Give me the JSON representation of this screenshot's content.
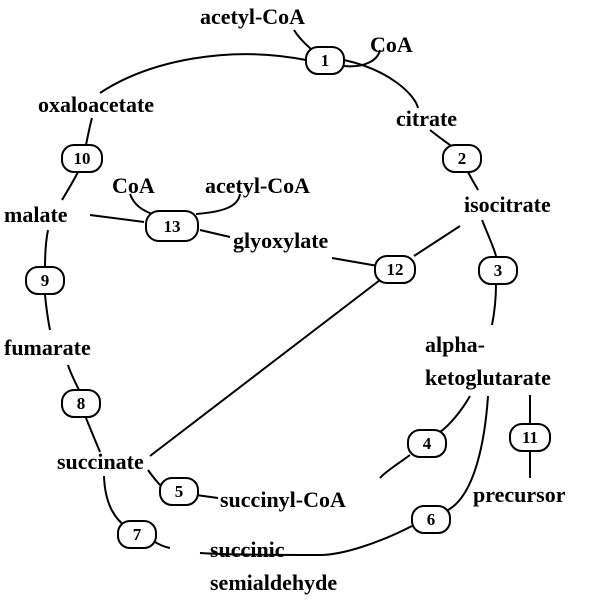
{
  "metabolites": {
    "acetyl_coa_top": "acetyl-CoA",
    "coa_top": "CoA",
    "citrate": "citrate",
    "isocitrate": "isocitrate",
    "alpha_line1": "alpha-",
    "alpha_line2": "ketoglutarate",
    "precursor": "precursor",
    "succinyl_coa": "succinyl-CoA",
    "succinic_line1": "succinic",
    "succinic_line2": "semialdehyde",
    "succinate": "succinate",
    "fumarate": "fumarate",
    "malate": "malate",
    "oxaloacetate": "oxaloacetate",
    "coa_mid": "CoA",
    "acetyl_coa_mid": "acetyl-CoA",
    "glyoxylate": "glyoxylate"
  },
  "steps": {
    "s1": "1",
    "s2": "2",
    "s3": "3",
    "s4": "4",
    "s5": "5",
    "s6": "6",
    "s7": "7",
    "s8": "8",
    "s9": "9",
    "s10": "10",
    "s11": "11",
    "s12": "12",
    "s13": "13"
  }
}
